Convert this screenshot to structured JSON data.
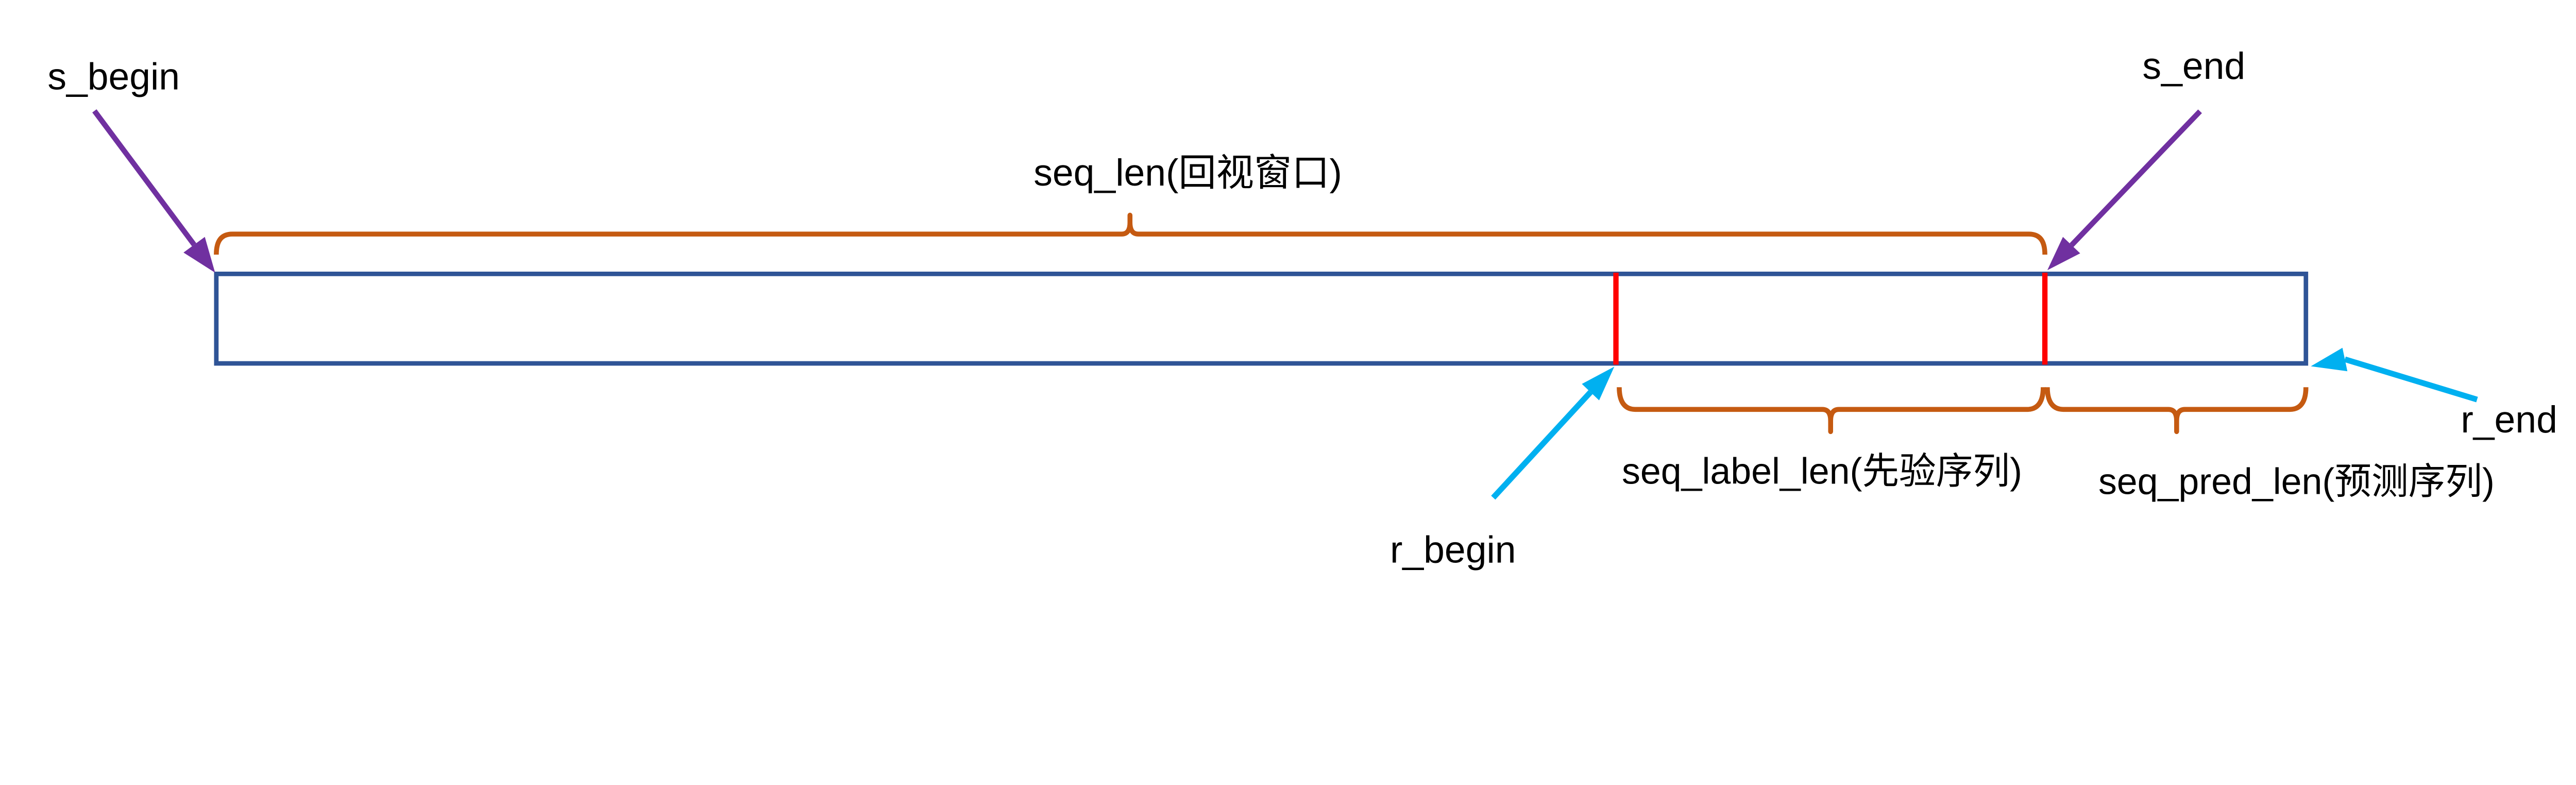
{
  "diagram": {
    "labels": {
      "s_begin": "s_begin",
      "s_end": "s_end",
      "r_begin": "r_begin",
      "r_end": "r_end",
      "seq_len": "seq_len(回视窗口)",
      "seq_label_len": "seq_label_len(先验序列)",
      "seq_pred_len": "seq_pred_len(预测序列)"
    },
    "colors": {
      "background": "#FFFFFF",
      "box_border": "#2F5496",
      "brace": "#C55A11",
      "divider": "#FF0000",
      "s_arrow": "#7030A0",
      "r_arrow": "#00B0F0",
      "text": "#000000"
    }
  }
}
